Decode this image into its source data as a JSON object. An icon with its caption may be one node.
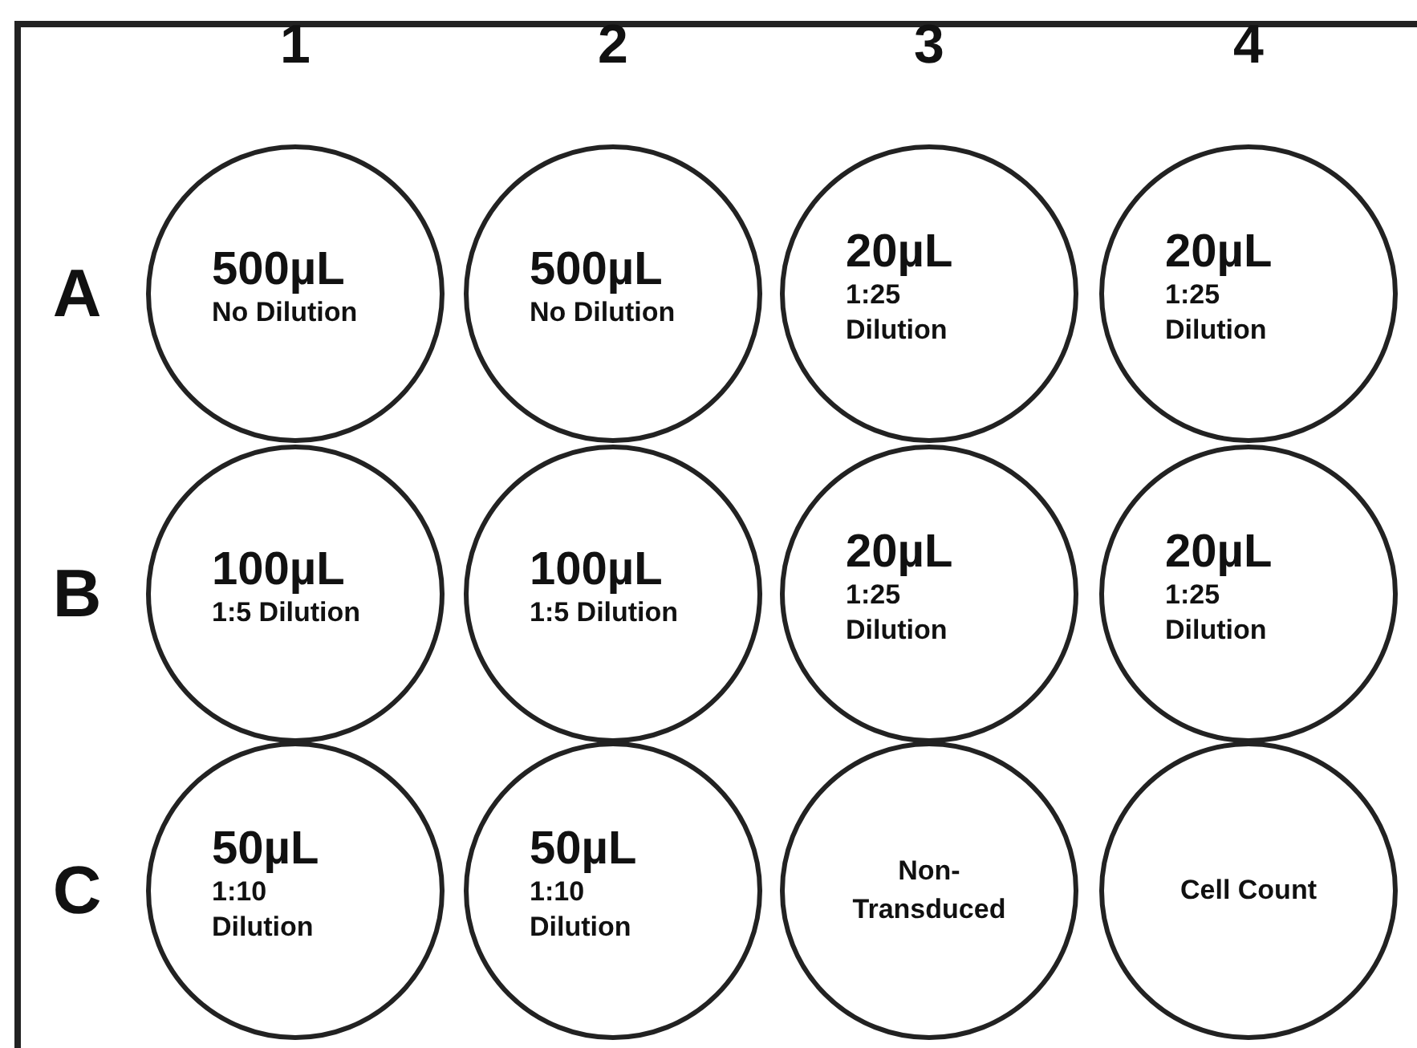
{
  "diagram": {
    "nodes": [
      {
        "text": [
          "500µL",
          "No Dilution"
        ]
      },
      {
        "text": [
          "500µL",
          "No Dilution"
        ]
      },
      {
        "text": [
          "20µL",
          "1:25 Dilution"
        ]
      },
      {
        "text": [
          "20µL",
          "1:25 Dilution"
        ]
      },
      {
        "text": [
          "100µL",
          "1:5 Dilution"
        ]
      },
      {
        "text": [
          "100µL",
          "1:5 Dilution"
        ]
      },
      {
        "text": [
          "20µL",
          "1:25 Dilution"
        ]
      },
      {
        "text": [
          "20µL",
          "1:25 Dilution"
        ]
      },
      {
        "text": [
          "50µL",
          "1:10 Dilution"
        ]
      },
      {
        "text": [
          "50µL",
          "1:10 Dilution"
        ]
      },
      {
        "text": [
          "Non-Transduced"
        ]
      },
      {
        "text": [
          "Cell Count"
        ]
      }
    ],
    "labels": [
      "1",
      "2",
      "3",
      "4",
      "A",
      "B",
      "C"
    ]
  }
}
